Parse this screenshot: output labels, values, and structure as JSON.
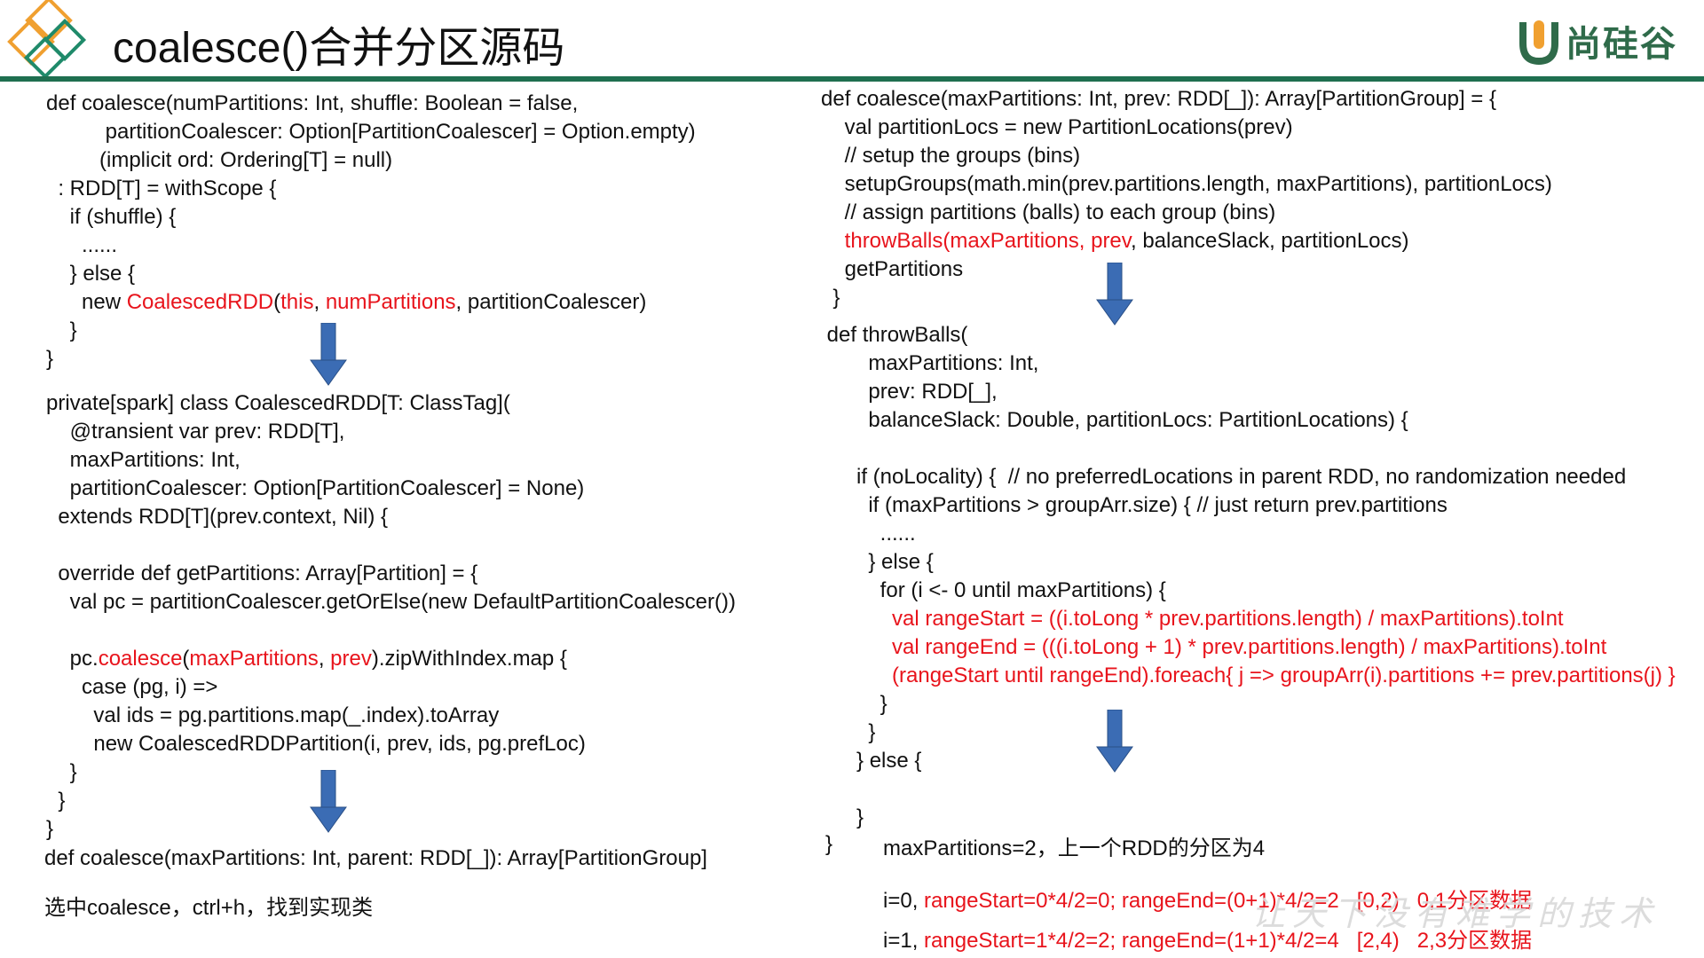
{
  "slide": {
    "title": "coalesce()合并分区源码",
    "brand": "尚硅谷",
    "watermark": "让天下没有难学的技术"
  },
  "left": {
    "block1": [
      [
        {
          "t": "def coalesce(numPartitions: Int, shuffle: Boolean = false,"
        }
      ],
      [
        {
          "t": "          partitionCoalescer: Option[PartitionCoalescer] = Option.empty)"
        }
      ],
      [
        {
          "t": "         (implicit ord: Ordering[T] = null)"
        }
      ],
      [
        {
          "t": "  : RDD[T] = withScope {"
        }
      ],
      [
        {
          "t": "    if (shuffle) {"
        }
      ],
      [
        {
          "t": "      ......"
        }
      ],
      [
        {
          "t": "    } else {"
        }
      ],
      [
        {
          "t": "      new "
        },
        {
          "t": "CoalescedRDD",
          "r": true
        },
        {
          "t": "("
        },
        {
          "t": "this",
          "r": true
        },
        {
          "t": ", "
        },
        {
          "t": "numPartitions",
          "r": true
        },
        {
          "t": ", partitionCoalescer)"
        }
      ],
      [
        {
          "t": "    }"
        }
      ],
      [
        {
          "t": "}"
        }
      ]
    ],
    "block2": [
      [
        {
          "t": "private[spark] class CoalescedRDD[T: ClassTag]("
        }
      ],
      [
        {
          "t": "    @transient var prev: RDD[T],"
        }
      ],
      [
        {
          "t": "    maxPartitions: Int,"
        }
      ],
      [
        {
          "t": "    partitionCoalescer: Option[PartitionCoalescer] = None)"
        }
      ],
      [
        {
          "t": "  extends RDD[T](prev.context, Nil) {"
        }
      ],
      [
        {
          "t": ""
        }
      ],
      [
        {
          "t": "  override def getPartitions: Array[Partition] = {"
        }
      ],
      [
        {
          "t": "    val pc = partitionCoalescer.getOrElse(new DefaultPartitionCoalescer())"
        }
      ],
      [
        {
          "t": ""
        }
      ],
      [
        {
          "t": "    pc."
        },
        {
          "t": "coalesce",
          "r": true
        },
        {
          "t": "("
        },
        {
          "t": "maxPartitions",
          "r": true
        },
        {
          "t": ", "
        },
        {
          "t": "prev",
          "r": true
        },
        {
          "t": ").zipWithIndex.map {"
        }
      ],
      [
        {
          "t": "      case (pg, i) =>"
        }
      ],
      [
        {
          "t": "        val ids = pg.partitions.map(_.index).toArray"
        }
      ],
      [
        {
          "t": "        new CoalescedRDDPartition(i, prev, ids, pg.prefLoc)"
        }
      ],
      [
        {
          "t": "    }"
        }
      ],
      [
        {
          "t": "  }"
        }
      ],
      [
        {
          "t": "}"
        }
      ]
    ],
    "signature": "def coalesce(maxPartitions: Int, parent: RDD[_]): Array[PartitionGroup]",
    "hint": "选中coalesce，ctrl+h，找到实现类"
  },
  "right": {
    "block1": [
      [
        {
          "t": "def coalesce(maxPartitions: Int, prev: RDD[_]): Array[PartitionGroup] = {"
        }
      ],
      [
        {
          "t": "    val partitionLocs = new PartitionLocations(prev)"
        }
      ],
      [
        {
          "t": "    // setup the groups (bins)"
        }
      ],
      [
        {
          "t": "    setupGroups(math.min(prev.partitions.length, maxPartitions), partitionLocs)"
        }
      ],
      [
        {
          "t": "    // assign partitions (balls) to each group (bins)"
        }
      ],
      [
        {
          "t": "    "
        },
        {
          "t": "throwBalls(maxPartitions, prev",
          "r": true
        },
        {
          "t": ", balanceSlack, partitionLocs)"
        }
      ],
      [
        {
          "t": "    getPartitions"
        }
      ],
      [
        {
          "t": "  }"
        }
      ]
    ],
    "block2": [
      [
        {
          "t": " def throwBalls("
        }
      ],
      [
        {
          "t": "        maxPartitions: Int,"
        }
      ],
      [
        {
          "t": "        prev: RDD[_],"
        }
      ],
      [
        {
          "t": "        balanceSlack: Double, partitionLocs: PartitionLocations) {"
        }
      ],
      [
        {
          "t": ""
        }
      ],
      [
        {
          "t": "      if (noLocality) {  // no preferredLocations in parent RDD, no randomization needed"
        }
      ],
      [
        {
          "t": "        if (maxPartitions > groupArr.size) { // just return prev.partitions"
        }
      ],
      [
        {
          "t": "          ......"
        }
      ],
      [
        {
          "t": "        } else {"
        }
      ],
      [
        {
          "t": "          for (i <- 0 until maxPartitions) {"
        }
      ],
      [
        {
          "t": "            val rangeStart = ((i.toLong * prev.partitions.length) / maxPartitions).toInt",
          "r": true
        }
      ],
      [
        {
          "t": "            val rangeEnd = (((i.toLong + 1) * prev.partitions.length) / maxPartitions).toInt",
          "r": true
        }
      ],
      [
        {
          "t": "            (rangeStart until rangeEnd).foreach{ j => groupArr(i).partitions += prev.partitions(j) }",
          "r": true
        }
      ],
      [
        {
          "t": "          }"
        }
      ],
      [
        {
          "t": "        }"
        }
      ],
      [
        {
          "t": "      } else {"
        }
      ],
      [
        {
          "t": ""
        }
      ],
      [
        {
          "t": "      }"
        }
      ]
    ],
    "closing": "}",
    "note": "maxPartitions=2，上一个RDD的分区为4",
    "ex1_prefix": "i=0, ",
    "ex1_red": "rangeStart=0*4/2=0; rangeEnd=(0+1)*4/2=2   [0,2)   0,1分区数据",
    "ex2_prefix": "i=1, ",
    "ex2_red": "rangeStart=1*4/2=2; rangeEnd=(1+1)*4/2=4   [2,4)   2,3分区数据"
  },
  "colors": {
    "accent_green": "#1f6f50",
    "code_red": "#e8141c",
    "arrow_blue": "#3b6cb4"
  },
  "icons": [
    "diamond-logo-icon",
    "brand-u-icon",
    "down-arrow-icon"
  ]
}
